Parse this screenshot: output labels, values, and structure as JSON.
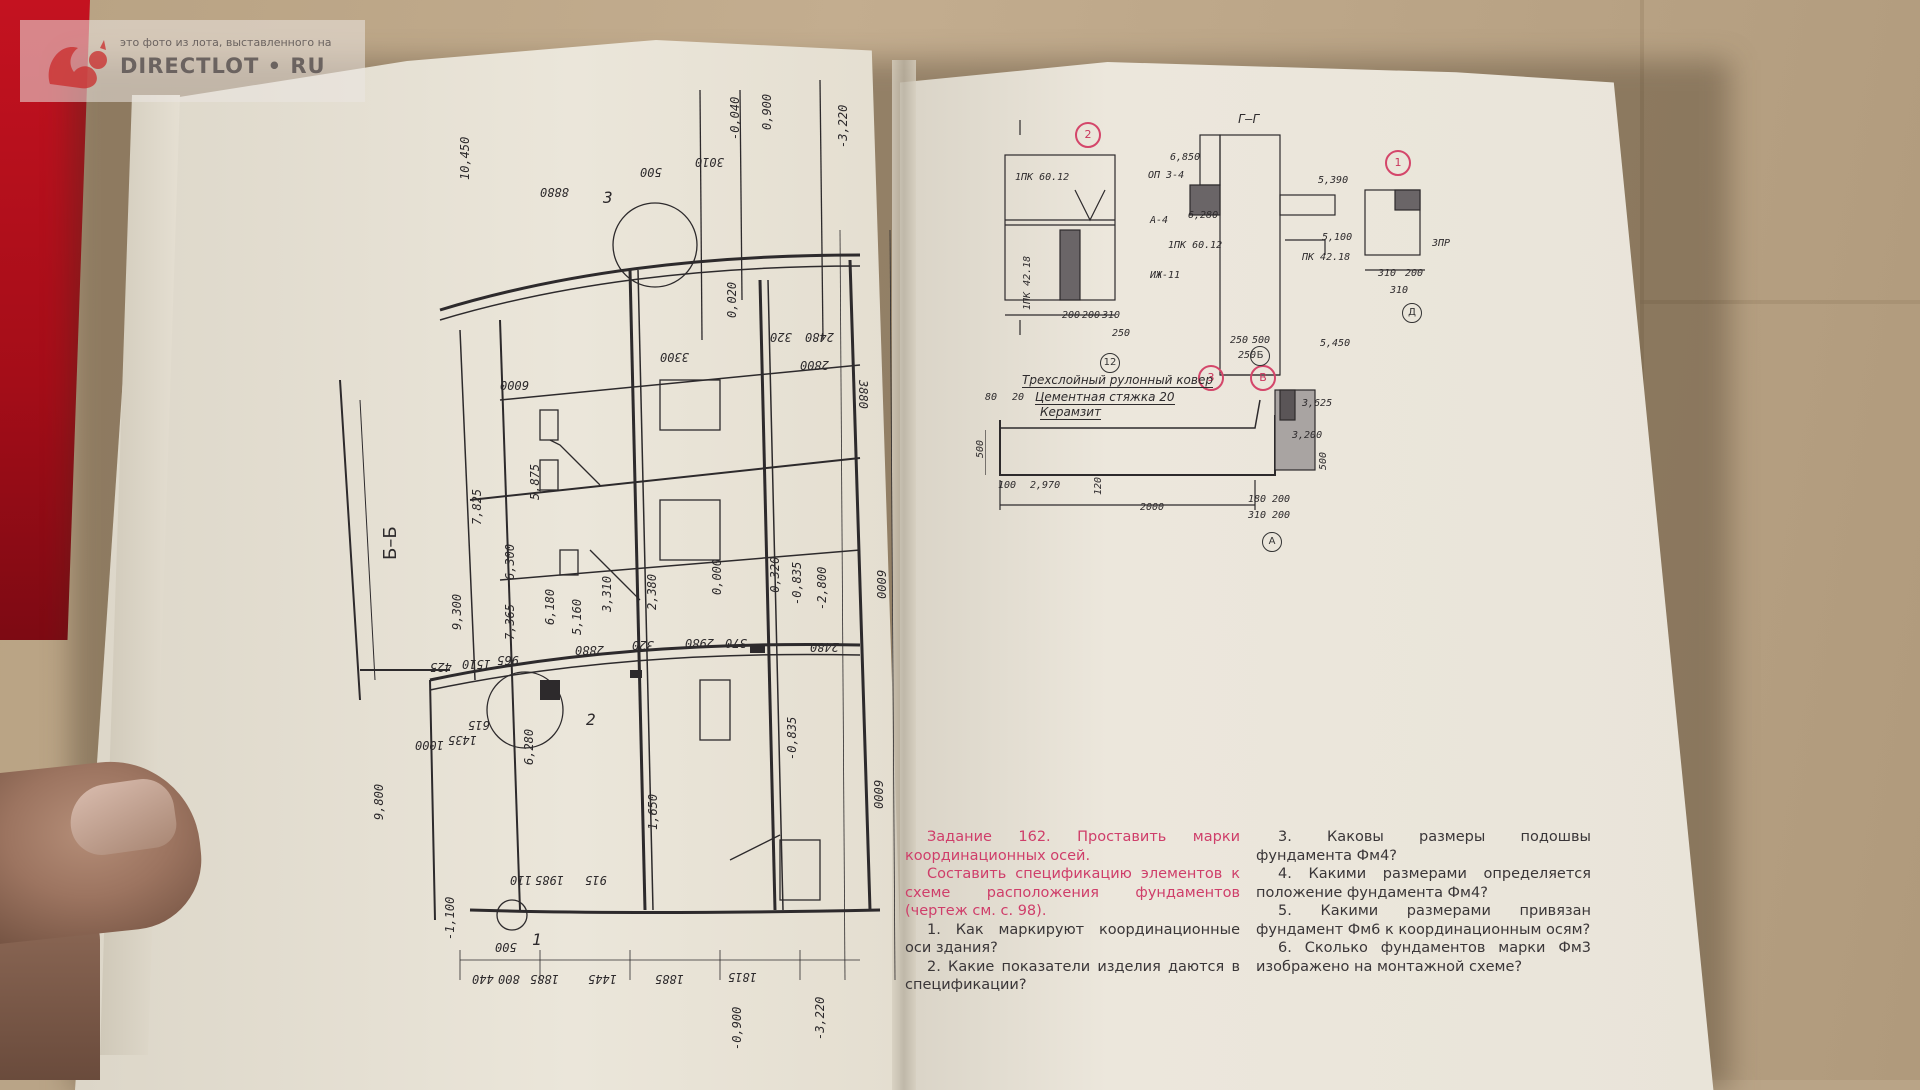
{
  "watermark": {
    "caption": "это фото из лота, выставленного на",
    "brand": "DIRECTLOT • RU"
  },
  "left_page": {
    "section_label": "Б–Б",
    "elevations": [
      "-0,040",
      "0,900",
      "-3,220",
      "10,450",
      "9,300",
      "7,825",
      "5,875",
      "6,300",
      "7,365",
      "6,180",
      "5,160",
      "3,310",
      "2,380",
      "0,000",
      "-0,320",
      "-0,835",
      "-2,800",
      "6,280",
      "1,650",
      "9,800",
      "-1,100",
      "-0,900",
      "-3,220",
      "-0,835",
      "0,020"
    ],
    "dimensions": [
      "3010",
      "500",
      "8880",
      "3300",
      "2800",
      "2480",
      "320",
      "6000",
      "2880",
      "320",
      "2980",
      "370",
      "2480",
      "1510",
      "965",
      "425",
      "615",
      "1000",
      "1435",
      "1985",
      "915",
      "110",
      "1885",
      "1445",
      "1885",
      "1815",
      "440",
      "800",
      "500",
      "6000",
      "3880",
      "6000"
    ],
    "callouts": [
      "3",
      "2",
      "1"
    ]
  },
  "right_page": {
    "circles_red": [
      "2",
      "1",
      "3",
      "В"
    ],
    "circles_dark": [
      "12",
      "Д",
      "А",
      "Б"
    ],
    "section_mark": "Г–Г",
    "detail_labels": [
      "1ПК 60.12",
      "ОП 3-4",
      "6,850",
      "6,280",
      "5,390",
      "А-4",
      "1ПК 60.12",
      "5,100",
      "ПК 42.18",
      "1ПК 42.18",
      "ИЖ-11",
      "ЗПР",
      "5,450",
      "310",
      "200",
      "310",
      "200",
      "200",
      "310",
      "250",
      "250",
      "500",
      "250"
    ],
    "layers": [
      "Трехслойный рулонный ковер",
      "Цементная стяжка 20",
      "Керамзит"
    ],
    "layer_dims": [
      "80",
      "20",
      "500",
      "3,625",
      "3,200",
      "2,970",
      "100",
      "120",
      "2000",
      "180",
      "200",
      "310",
      "200",
      "500"
    ]
  },
  "task": {
    "heading": "Задание 162. Проставить марки координационных осей.",
    "subheading": "Составить спецификацию элементов к схеме расположения фундаментов (чертеж см. с. 98).",
    "questions_left": [
      "1. Как маркируют координационные оси здания?",
      "2. Какие показатели изделия даются в спецификации?"
    ],
    "questions_right": [
      "3. Каковы размеры подошвы фундамента Фм4?",
      "4. Какими размерами определяется положение фундамента Фм4?",
      "5. Какими размерами привязан фундамент Фм6 к координационным осям?",
      "6. Сколько фундаментов марки Фм3 изображено на монтажной схеме?"
    ]
  },
  "colors": {
    "accent_red": "#cf3e6a",
    "ink": "#2d2a2c",
    "paper": "#ebe6da",
    "cardboard": "#b9a487"
  }
}
